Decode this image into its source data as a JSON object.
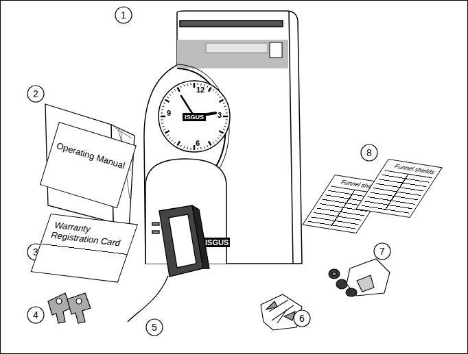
{
  "diagram": {
    "nodes": [
      {
        "text": [
          "Operating Manual"
        ]
      },
      {
        "text": [
          "Warranty Registration Card"
        ]
      },
      {
        "text": [
          "Funnel shields"
        ]
      },
      {
        "text": [
          "Funnel shields"
        ]
      }
    ],
    "labels": [
      "1",
      "2",
      "3",
      "4",
      "5",
      "6",
      "7",
      "8",
      "12",
      "3",
      "6",
      "9",
      "ISGUS",
      "ISGUS"
    ]
  }
}
